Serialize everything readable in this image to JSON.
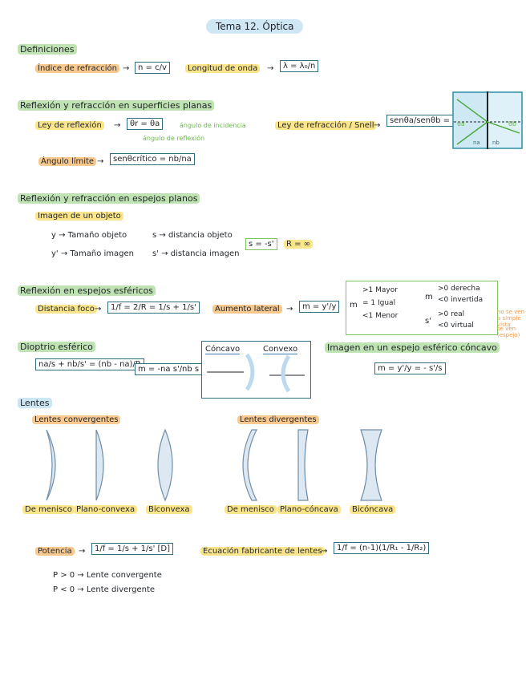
{
  "title": "Tema 12. Óptica",
  "definiciones": {
    "heading": "Definiciones",
    "indice_label": "Índice de refracción",
    "indice_formula": "n = c/v",
    "longitud_label": "Longitud de onda",
    "longitud_formula": "λ = λ₀/n"
  },
  "reflexion_planas": {
    "heading": "Reflexión y refracción en superficies planas",
    "ley_reflexion_label": "Ley de reflexión",
    "ley_reflexion_formula": "θr = θa",
    "note_incidencia": "ángulo de incidencia",
    "note_reflexion": "ángulo de reflexión",
    "snell_label": "Ley de refracción / Snell",
    "snell_formula": "senθa/senθb = nb/na",
    "angulo_limite_label": "Ángulo límite",
    "angulo_limite_formula": "senθcrítico = nb/na",
    "diagram_na": "na",
    "diagram_nb": "nb",
    "diagram_theta_a": "θa",
    "diagram_theta_b": "θb"
  },
  "espejos_planos": {
    "heading": "Reflexión y refracción en espejos planos",
    "subheading": "Imagen de un objeto",
    "y_text": "y → Tamaño objeto",
    "yp_text": "y' → Tamaño imagen",
    "s_text": "s → distancia objeto",
    "sp_text": "s' → distancia imagen",
    "formula": "s = -s'",
    "radio": "R = ∞"
  },
  "espejos_esfericos": {
    "heading": "Reflexión en espejos esféricos",
    "distancia_label": "Distancia foco",
    "distancia_formula": "1/f = 2/R = 1/s + 1/s'",
    "aumento_label": "Aumento lateral",
    "aumento_formula": "m = y'/y",
    "m_mayor": ">1 Mayor",
    "m_igual": "= 1 Igual",
    "m_menor": "<1 Menor",
    "m_derecha": ">0 derecha",
    "m_invertida": "<0 invertida",
    "sp_real": ">0 real",
    "sp_virtual": "<0 virtual",
    "note_real": "no se ven a simple vista",
    "note_virtual": "se ven (espejo)"
  },
  "dioptrio": {
    "heading": "Dioptrio esférico",
    "formula1": "na/s + nb/s' = (nb - na)/R",
    "formula2": "m = -na s'/nb s",
    "concavo": "Cóncavo",
    "convexo": "Convexo",
    "imagen_heading": "Imagen en un espejo esférico cóncavo",
    "imagen_formula": "m = y'/y = - s'/s"
  },
  "lentes": {
    "heading": "Lentes",
    "convergentes": "Lentes convergentes",
    "divergentes": "Lentes divergentes",
    "l1": "De menisco",
    "l2": "Plano-convexa",
    "l3": "Biconvexa",
    "l4": "De menisco",
    "l5": "Plano-cóncava",
    "l6": "Bicóncava",
    "potencia_label": "Potencia",
    "potencia_formula": "1/f = 1/s + 1/s' [D]",
    "fabricante_label": "Ecuación fabricante de lentes",
    "fabricante_formula": "1/f = (n-1)(1/R₁ - 1/R₂)",
    "p_pos": "P > 0 → Lente convergente",
    "p_neg": "P < 0 → Lente divergente"
  },
  "colors": {
    "green_highlight": "#bfe3b2",
    "blue_highlight": "#cde6f4",
    "yellow_highlight": "#fbe58a",
    "orange_highlight": "#f8c98f",
    "box_border": "#2f6f80"
  }
}
